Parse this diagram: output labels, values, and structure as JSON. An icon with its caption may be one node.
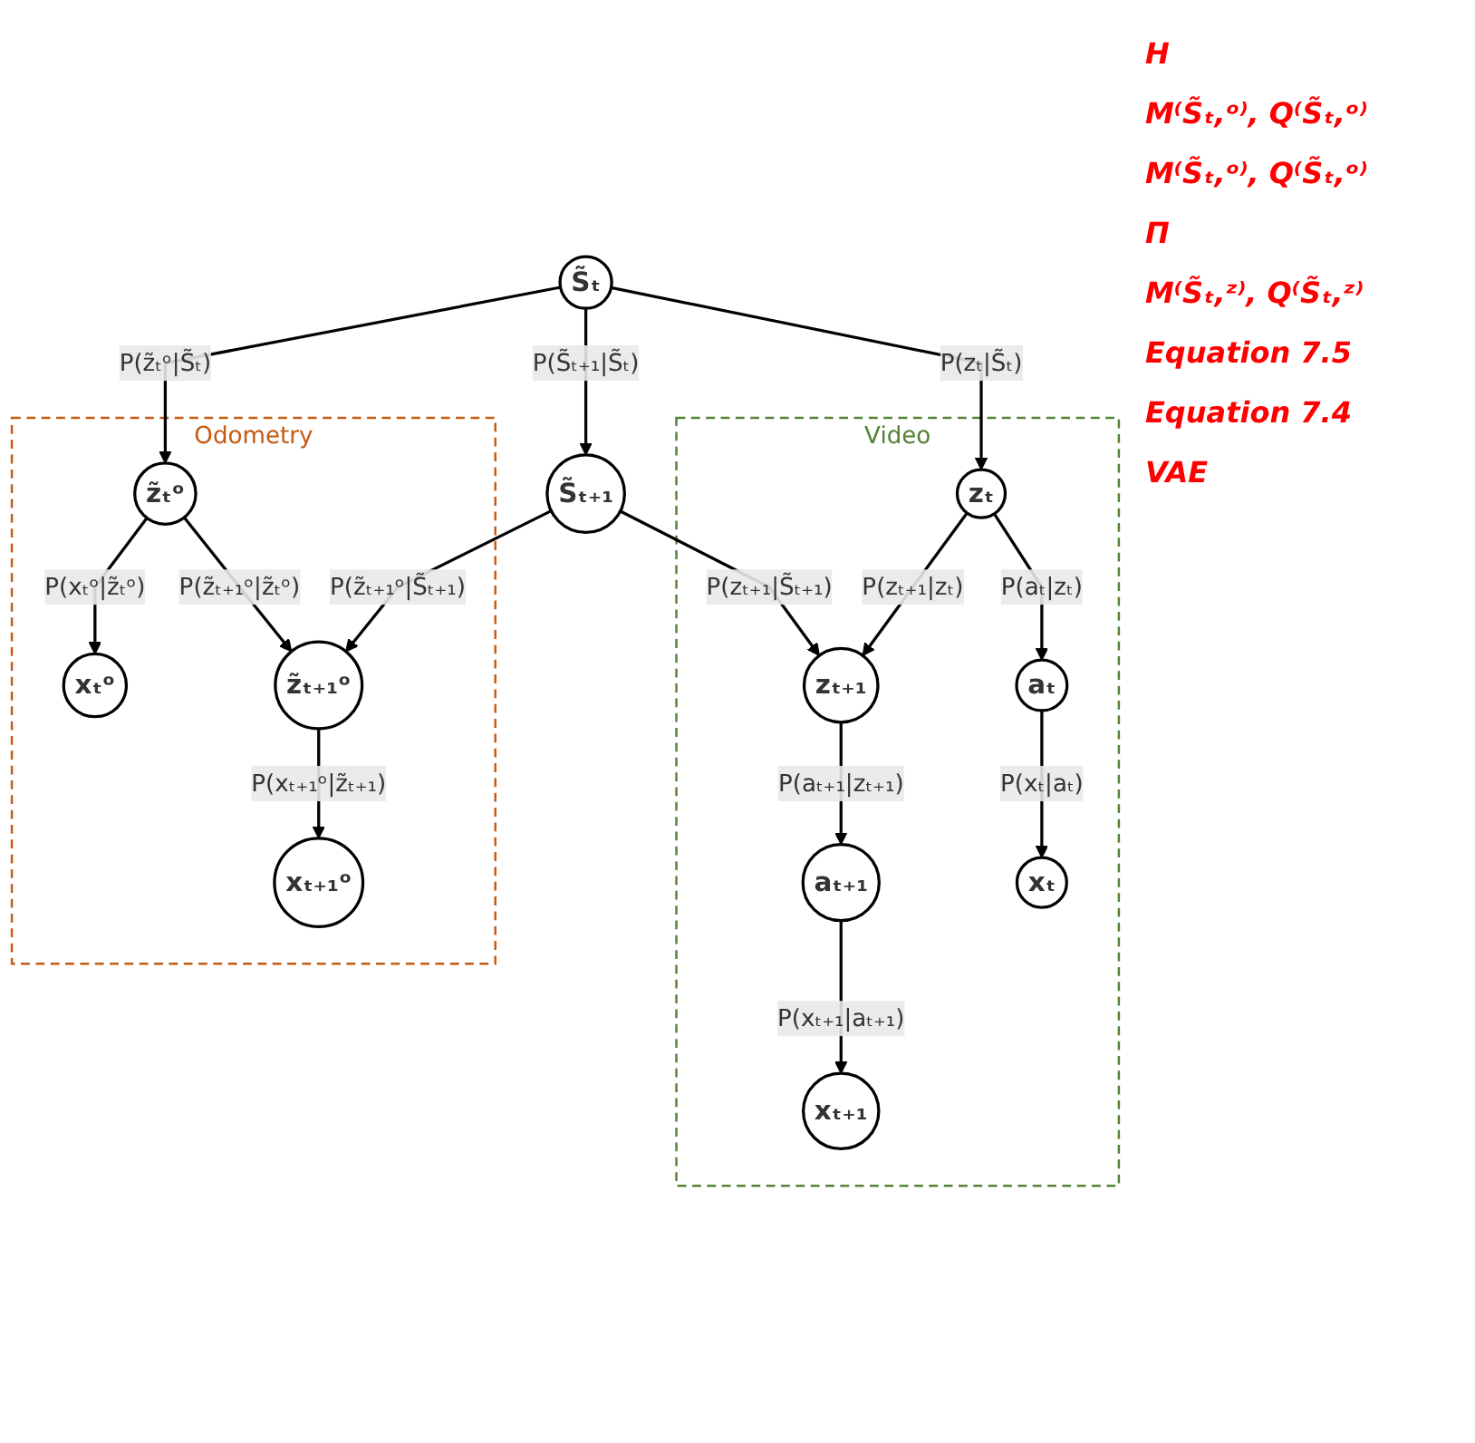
{
  "diagram": {
    "nodes": [
      {
        "text": [
          "Odometry"
        ]
      },
      {
        "text": [
          "xₜᵒ"
        ],
        "in": 0
      },
      {
        "text": [
          "xₜ₊₁ᵒ"
        ],
        "in": 0
      },
      {
        "text": [
          "z̃ₜᵒ"
        ],
        "in": 0
      },
      {
        "text": [
          "z̃ₜ₊₁ᵒ"
        ],
        "in": 0
      },
      {
        "text": [
          "S̃ₜ"
        ]
      },
      {
        "text": [
          "S̃ₜ₊₁"
        ]
      },
      {
        "text": [
          "Video"
        ]
      },
      {
        "text": [
          "zₜ"
        ],
        "in": 7
      },
      {
        "text": [
          "zₜ₊₁"
        ],
        "in": 7
      },
      {
        "text": [
          "aₜ"
        ],
        "in": 7
      },
      {
        "text": [
          "aₜ₊₁"
        ],
        "in": 7
      },
      {
        "text": [
          "xₜ"
        ],
        "in": 7
      },
      {
        "text": [
          "xₜ₊₁"
        ],
        "in": 7
      }
    ],
    "edges": [
      {
        "from": 3,
        "to": 1,
        "arrow": "to",
        "label": "P(xₜᵒ|z̃ₜᵒ)"
      },
      {
        "from": 4,
        "to": 2,
        "arrow": "to",
        "label": "P(xₜ₊₁ᵒ|z̃ₜ₊₁)"
      },
      {
        "from": 3,
        "to": 4,
        "arrow": "to",
        "label": "P(z̃ₜ₊₁ᵒ|z̃ₜᵒ)"
      },
      {
        "from": 5,
        "to": 3,
        "arrow": "to",
        "label": "P(z̃ₜᵒ|S̃ₜ)"
      },
      {
        "from": 6,
        "to": 4,
        "arrow": "to",
        "label": "P(z̃ₜ₊₁ᵒ|S̃ₜ₊₁)"
      },
      {
        "from": 5,
        "to": 6,
        "arrow": "to",
        "label": "P(S̃ₜ₊₁|S̃ₜ)"
      },
      {
        "from": 5,
        "to": 8,
        "arrow": "to",
        "label": "P(zₜ|S̃ₜ)"
      },
      {
        "from": 6,
        "to": 9,
        "arrow": "to",
        "label": "P(zₜ₊₁|S̃ₜ₊₁)"
      },
      {
        "from": 8,
        "to": 9,
        "arrow": "to",
        "label": "P(zₜ₊₁|zₜ)"
      },
      {
        "from": 8,
        "to": 10,
        "arrow": "to",
        "label": "P(aₜ|zₜ)"
      },
      {
        "from": 9,
        "to": 11,
        "arrow": "to",
        "label": "P(aₜ₊₁|zₜ₊₁)"
      },
      {
        "from": 10,
        "to": 12,
        "arrow": "to",
        "label": "P(xₜ|aₜ)"
      },
      {
        "from": 11,
        "to": 13,
        "arrow": "to",
        "label": "P(xₜ₊₁|aₜ₊₁)"
      }
    ],
    "labels": [
      "H",
      "M⁽S̃ₜ,ᵒ⁾, Q⁽S̃ₜ,ᵒ⁾",
      "M⁽S̃ₜ,ᵒ⁾, Q⁽S̃ₜ,ᵒ⁾",
      "Π",
      "M⁽S̃ₜ,ᶻ⁾, Q⁽S̃ₜ,ᶻ⁾",
      "Equation 7.5",
      "Equation 7.4",
      "VAE"
    ]
  }
}
